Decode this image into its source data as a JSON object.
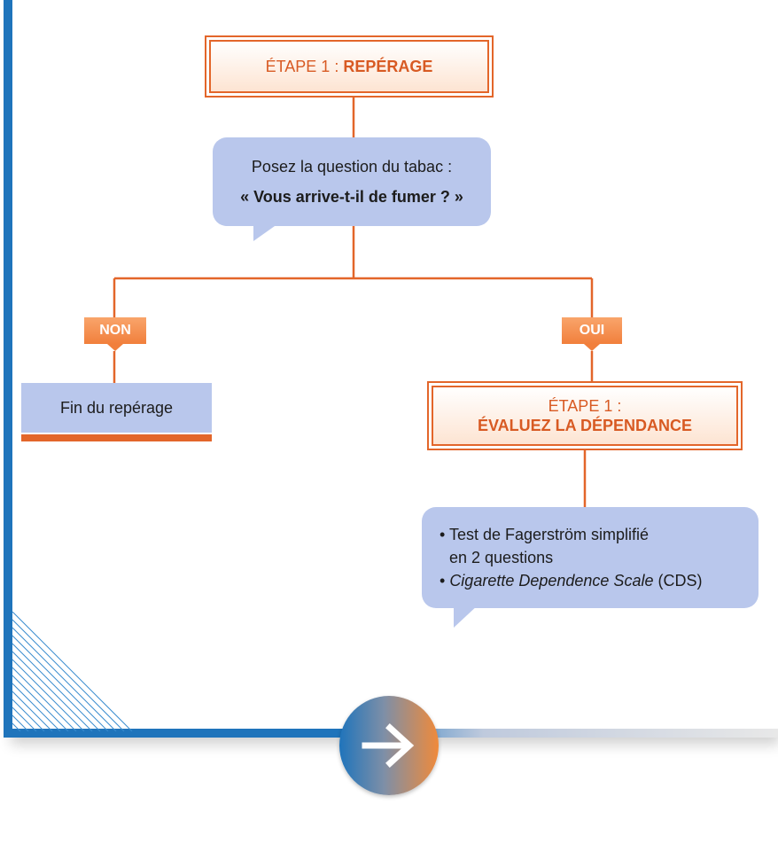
{
  "colors": {
    "accent_orange": "#e3662a",
    "frame_blue": "#1f74bb",
    "bubble_blue": "#b9c7ec"
  },
  "step1": {
    "prefix": "ÉTAPE 1 :",
    "title": "REPÉRAGE"
  },
  "question": {
    "line1": "Posez la question du tabac :",
    "line2": "« Vous arrive-t-il de fumer ? »"
  },
  "branches": {
    "no": "NON",
    "yes": "OUI"
  },
  "end_label": "Fin du repérage",
  "step2": {
    "prefix": "ÉTAPE 1 :",
    "title": "ÉVALUEZ LA DÉPENDANCE"
  },
  "tests": {
    "item1_line1": "Test de Fagerström simplifié",
    "item1_line2": "en 2 questions",
    "item2_italic": "Cigarette Dependence Scale",
    "item2_suffix": "(CDS)"
  },
  "next_button": {
    "icon": "arrow-right-icon"
  }
}
